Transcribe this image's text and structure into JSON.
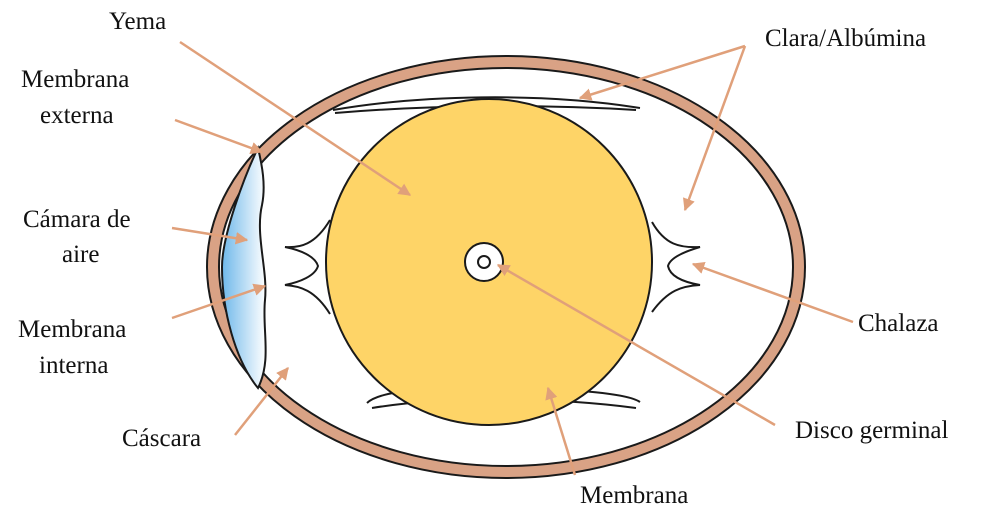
{
  "labels": {
    "yolk": "Yema",
    "outer_membrane_1": "Membrana",
    "outer_membrane_2": "externa",
    "air_cell_1": "Cámara de",
    "air_cell_2": "aire",
    "inner_membrane_1": "Membrana",
    "inner_membrane_2": "interna",
    "shell": "Cáscara",
    "albumen": "Clara/Albúmina",
    "chalaza": "Chalaza",
    "germinal_disc": "Disco germinal",
    "yolk_membrane": "Membrana"
  },
  "colors": {
    "shell": "#d9a285",
    "yolk": "#fed467",
    "air_cell": "#7fc6ee",
    "arrow": "#e0a07a",
    "outline": "#1a1a1a"
  }
}
